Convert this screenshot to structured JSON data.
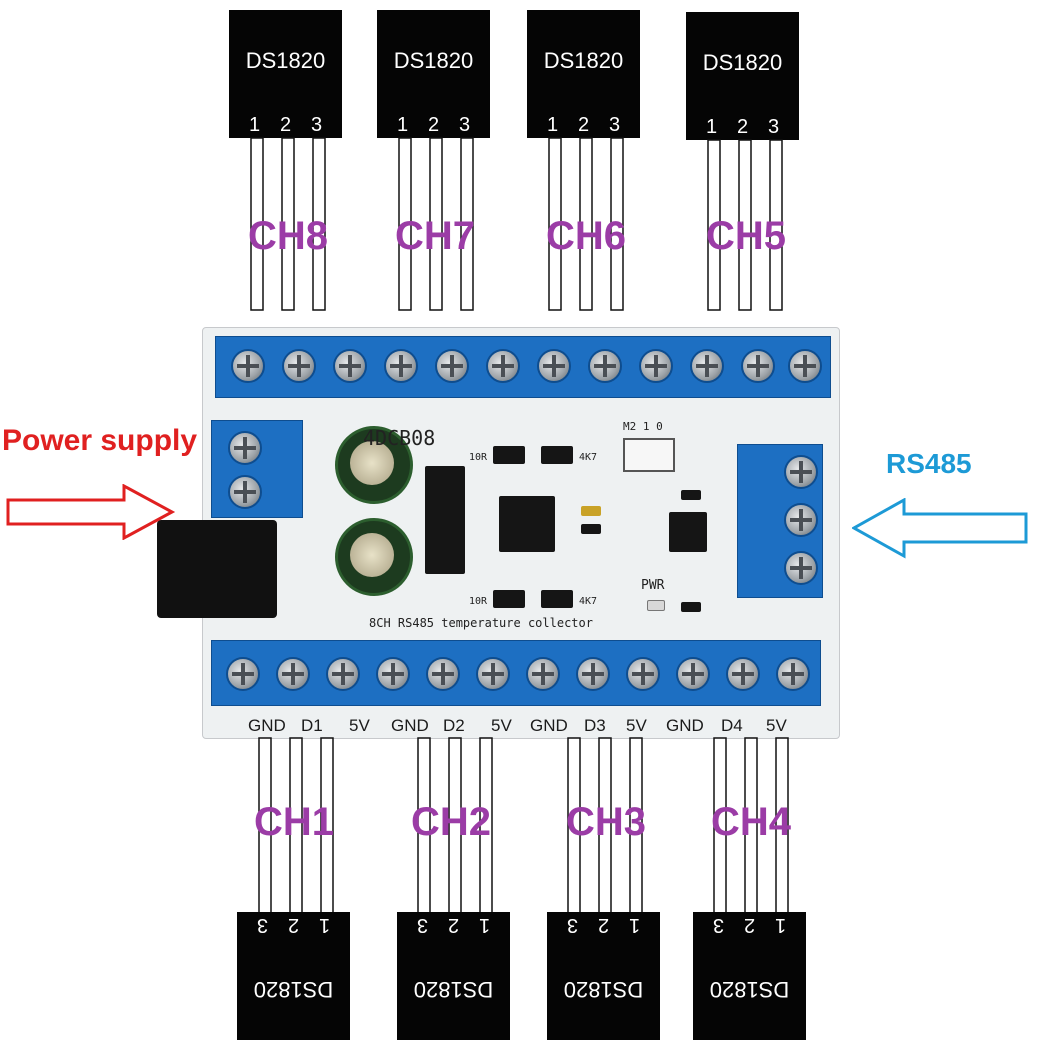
{
  "sensor_label": "DS1820",
  "pins": [
    "1",
    "2",
    "3"
  ],
  "top_channels": [
    "CH8",
    "CH7",
    "CH6",
    "CH5"
  ],
  "bottom_channels": [
    "CH1",
    "CH2",
    "CH3",
    "CH4"
  ],
  "board": {
    "model": "4DCB08",
    "caption": "8CH RS485 temperature collector",
    "pwr_label": "PWR",
    "jumper_label": "M2 1 0",
    "res_labels": [
      "10R",
      "4K7",
      "10R",
      "4K7"
    ],
    "bottom_terminals": [
      "GND",
      "D1",
      "5V",
      "GND",
      "D2",
      "5V",
      "GND",
      "D3",
      "5V",
      "GND",
      "D4",
      "5V"
    ]
  },
  "annotations": {
    "power": "Power supply",
    "rs485": "RS485"
  },
  "colors": {
    "channel": "#9b3ca6",
    "power": "#e02020",
    "rs485": "#1d9ad6",
    "terminal_block": "#1d6fc2"
  }
}
